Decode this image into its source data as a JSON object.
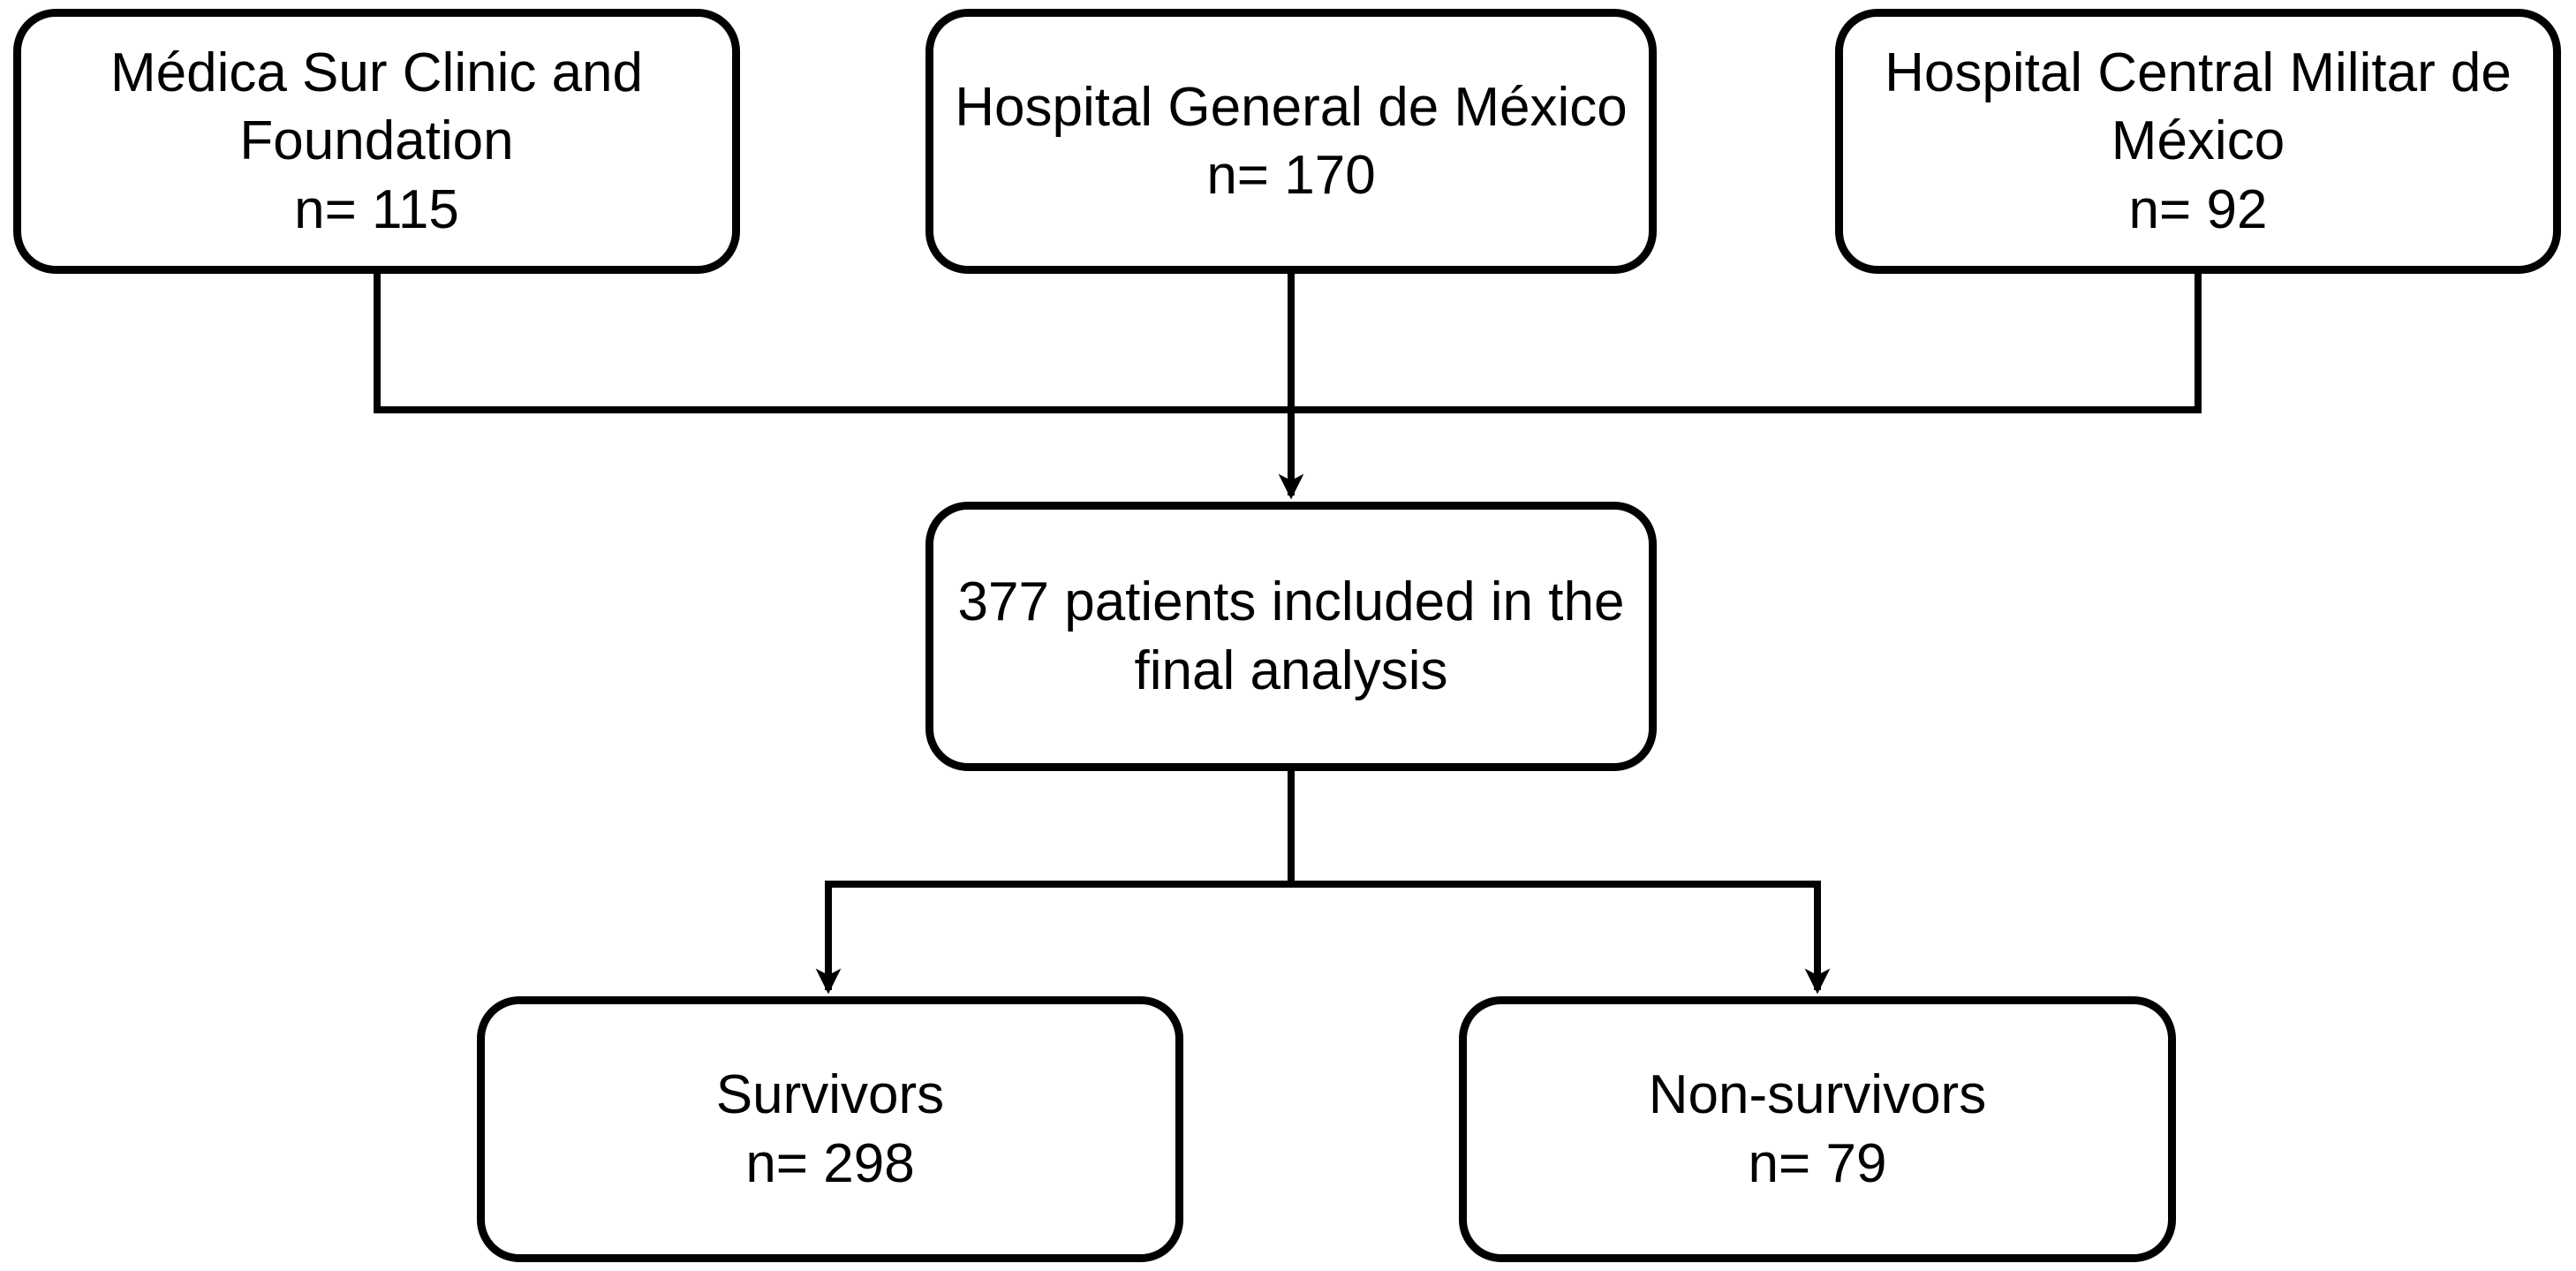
{
  "figure": {
    "description": "Patient inclusion flow diagram",
    "background_color": "#ffffff",
    "line_color": "#000000",
    "text_color": "#000000"
  },
  "nodes": {
    "site1": {
      "label": "Médica Sur Clinic and Foundation",
      "n_label": "n= 115"
    },
    "site2": {
      "label": "Hospital General de México",
      "n_label": "n= 170"
    },
    "site3": {
      "label": "Hospital Central Militar de México",
      "n_label": "n= 92"
    },
    "included": {
      "label": "377 patients included in the final analysis"
    },
    "survivors": {
      "label": "Survivors",
      "n_label": "n= 298"
    },
    "non_survivors": {
      "label": "Non-survivors",
      "n_label": "n= 79"
    }
  }
}
